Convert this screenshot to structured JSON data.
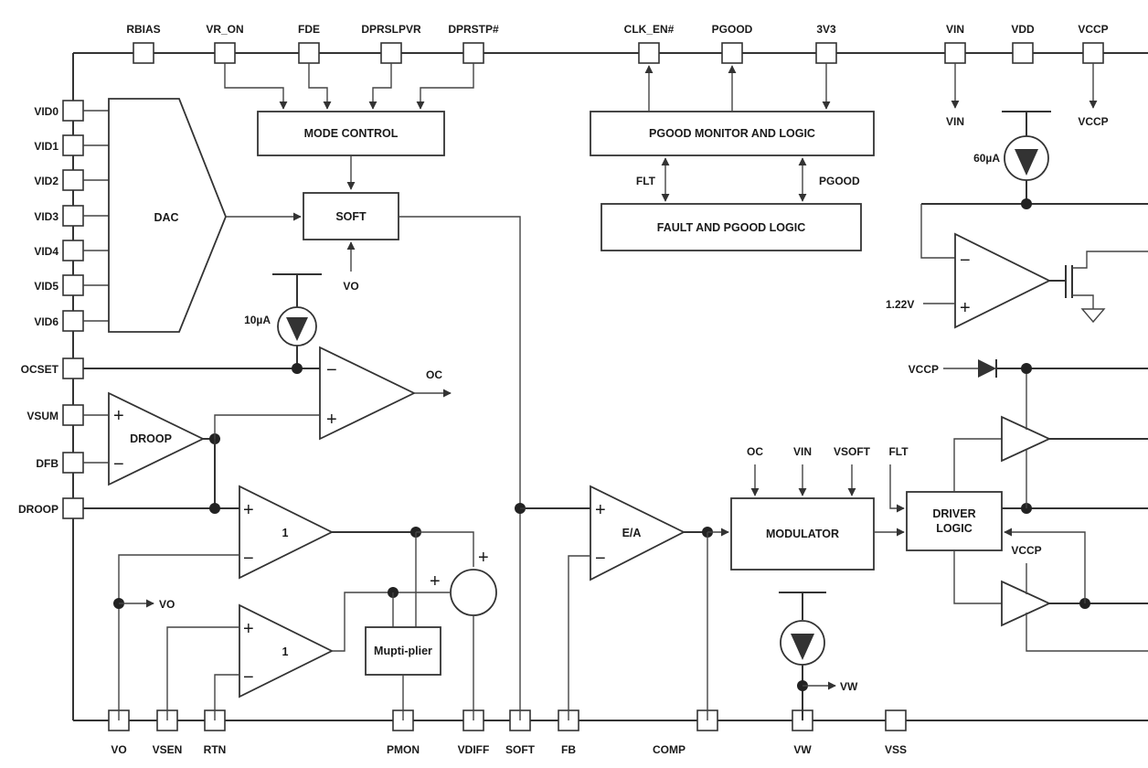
{
  "pins_top": [
    "RBIAS",
    "VR_ON",
    "FDE",
    "DPRSLPVR",
    "DPRSTP#",
    "CLK_EN#",
    "PGOOD",
    "3V3",
    "VIN",
    "VDD",
    "VCCP"
  ],
  "pins_left": [
    "VID0",
    "VID1",
    "VID2",
    "VID3",
    "VID4",
    "VID5",
    "VID6",
    "OCSET",
    "VSUM",
    "DFB",
    "DROOP"
  ],
  "pins_bottom": [
    "VO",
    "VSEN",
    "RTN",
    "PMON",
    "VDIFF",
    "SOFT",
    "FB",
    "COMP",
    "VW",
    "VSS"
  ],
  "blocks": {
    "mode_control": "MODE CONTROL",
    "soft": "SOFT",
    "dac": "DAC",
    "pgood_monitor": "PGOOD MONITOR AND LOGIC",
    "fault_logic": "FAULT AND PGOOD LOGIC",
    "modulator": "MODULATOR",
    "driver_logic_1": "DRIVER",
    "driver_logic_2": "LOGIC",
    "multiplier": "Mupti-plier",
    "droop_amp": "DROOP",
    "ea_amp": "E/A",
    "buffer_gain": "1"
  },
  "signals": {
    "vo": "VO",
    "oc": "OC",
    "flt": "FLT",
    "pgood": "PGOOD",
    "vin": "VIN",
    "vccp": "VCCP",
    "vsoft": "VSOFT",
    "vw": "VW",
    "ref_1v22": "1.22V",
    "i_10ua": "10µA",
    "i_60ua": "60µA"
  },
  "signs": {
    "plus": "+",
    "minus": "−"
  }
}
